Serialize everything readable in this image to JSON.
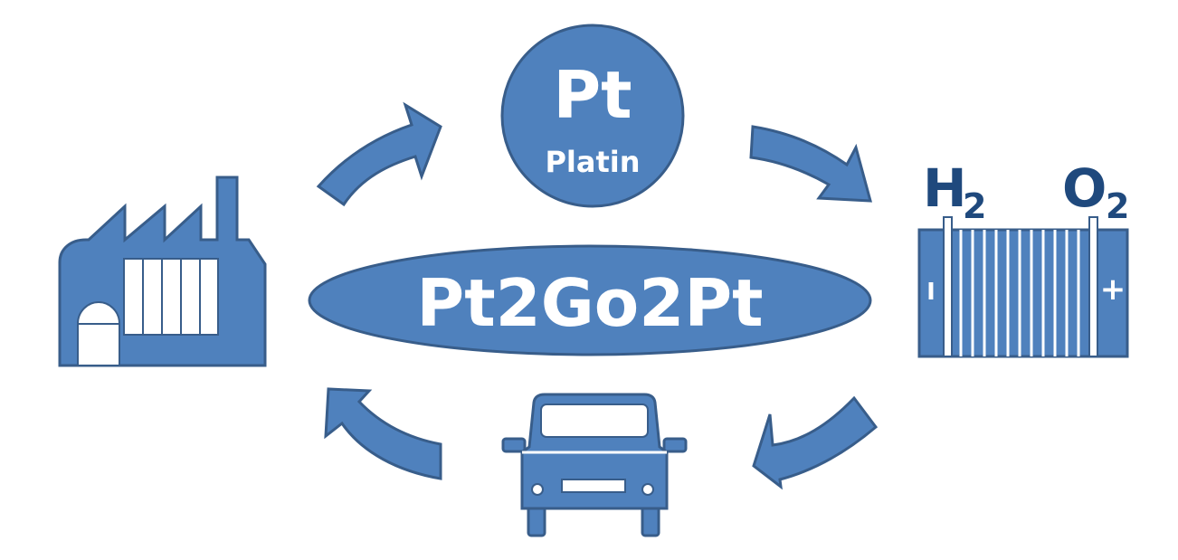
{
  "center": {
    "title": "Pt2Go2Pt"
  },
  "platinum": {
    "symbol": "Pt",
    "name": "Platin"
  },
  "fuel_cell": {
    "left_gas": "H",
    "left_sub": "2",
    "right_gas": "O",
    "right_sub": "2",
    "minus": "I",
    "plus": "+"
  },
  "icons": {
    "factory": "factory-icon",
    "fuel_cell": "fuel-cell-icon",
    "car": "car-icon"
  },
  "colors": {
    "primary": "#4f81bd",
    "outline": "#385d8a",
    "text_dark": "#1f497d",
    "text_light": "#ffffff"
  }
}
